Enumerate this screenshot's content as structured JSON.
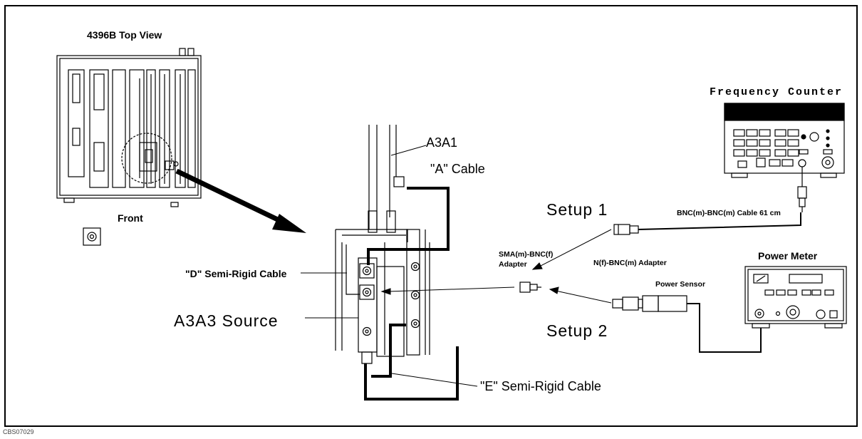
{
  "labels": {
    "top_view_title": "4396B Top View",
    "front": "Front",
    "a3a1": "A3A1",
    "a_cable": "\"A\" Cable",
    "d_cable": "\"D\" Semi-Rigid Cable",
    "a3a3_source": "A3A3 Source",
    "e_cable": "\"E\" Semi-Rigid Cable",
    "setup1": "Setup 1",
    "setup2": "Setup 2",
    "sma_adapter_line1": "SMA(m)-BNC(f)",
    "sma_adapter_line2": "Adapter",
    "nf_adapter": "N(f)-BNC(m) Adapter",
    "power_sensor": "Power Sensor",
    "power_meter": "Power Meter",
    "frequency_counter": "Frequency Counter",
    "bnc_cable": "BNC(m)-BNC(m) Cable 61 cm",
    "figure_id": "CBS07029"
  },
  "colors": {
    "line": "#000000",
    "background": "#ffffff",
    "display_fill": "#000000"
  }
}
